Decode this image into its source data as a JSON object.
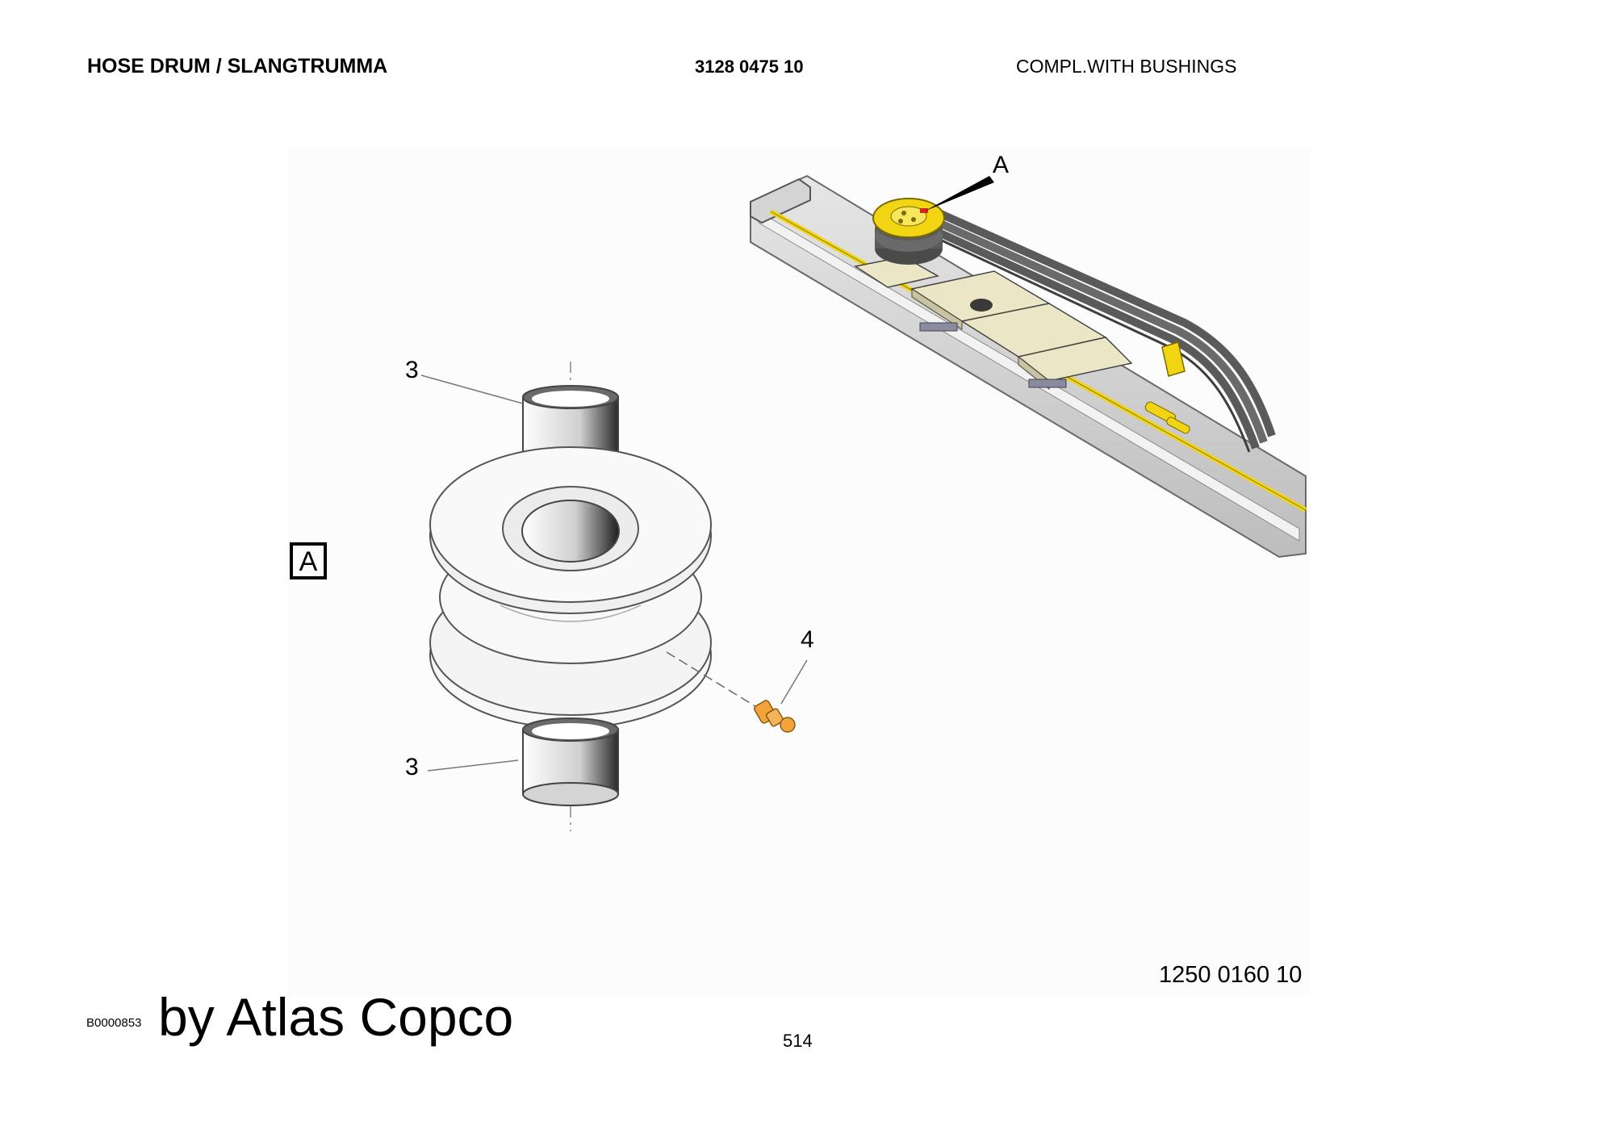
{
  "header": {
    "title": "HOSE DRUM / SLANGTRUMMA",
    "part_number": "3128 0475 10",
    "description": "COMPL.WITH BUSHINGS"
  },
  "drawing": {
    "view_label": "A",
    "detail_box_label": "A",
    "callouts": [
      "3",
      "3",
      "4"
    ],
    "drawing_number": "1250 0160 10",
    "colors": {
      "yellow": "#f2d512",
      "hose_gray": "#5a5a5a",
      "plate": "#ebe6c6",
      "nipple": "#f2a33a"
    }
  },
  "footer": {
    "image_code": "B0000853",
    "brand": "by Atlas Copco",
    "page_number": "514"
  }
}
